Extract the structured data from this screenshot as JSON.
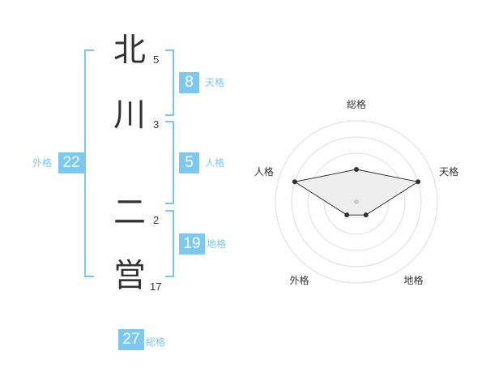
{
  "name": {
    "chars": [
      {
        "char": "北",
        "strokes": "5"
      },
      {
        "char": "川",
        "strokes": "3"
      },
      {
        "char": "二",
        "strokes": "2"
      },
      {
        "char": "営",
        "strokes": "17"
      }
    ]
  },
  "fortune": {
    "tenkaku": {
      "label": "天格",
      "value": "8"
    },
    "jinkaku": {
      "label": "人格",
      "value": "5"
    },
    "chikaku": {
      "label": "地格",
      "value": "19"
    },
    "gaikaku": {
      "label": "外格",
      "value": "22"
    },
    "soukaku": {
      "label": "総格",
      "value": "27"
    }
  },
  "radar": {
    "axes": [
      "総格",
      "天格",
      "地格",
      "外格",
      "人格"
    ],
    "levels": [
      2,
      4,
      1,
      1,
      4
    ],
    "max_level": 5,
    "colors": {
      "fill": "#eeeeee",
      "line": "#333333",
      "ring": "#dddddd",
      "center": "#cccccc"
    }
  }
}
